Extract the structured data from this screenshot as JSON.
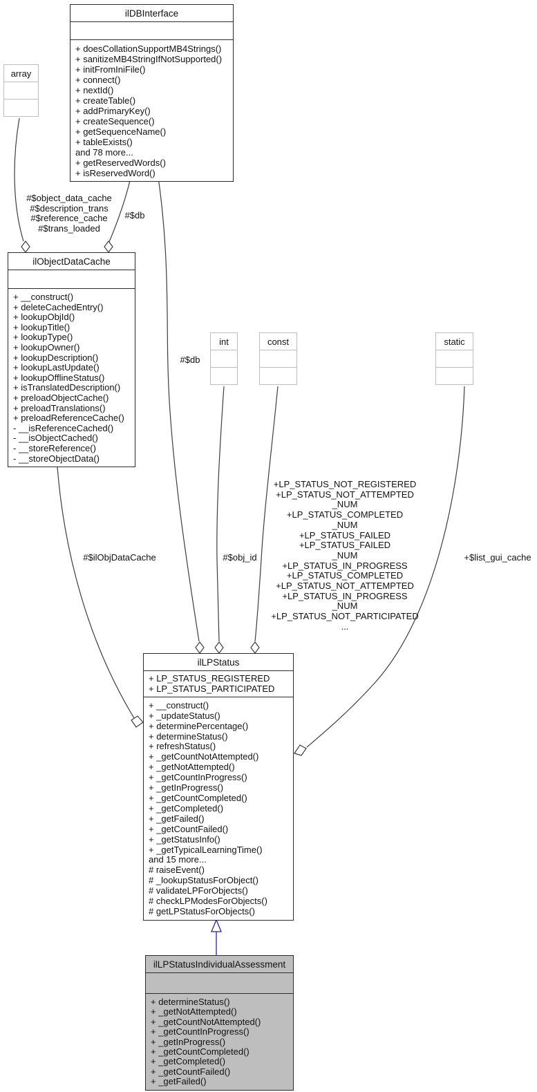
{
  "diagram": {
    "classes": {
      "ilDBInterface": {
        "title": "ilDBInterface",
        "methods": [
          "+ doesCollationSupportMB4Strings()",
          "+ sanitizeMB4StringIfNotSupported()",
          "+ initFromIniFile()",
          "+ connect()",
          "+ nextId()",
          "+ createTable()",
          "+ addPrimaryKey()",
          "+ createSequence()",
          "+ getSequenceName()",
          "+ tableExists()",
          "and 78 more...",
          "+ getReservedWords()",
          "+ isReservedWord()"
        ]
      },
      "array": {
        "title": "array"
      },
      "ilObjectDataCache": {
        "title": "ilObjectDataCache",
        "methods": [
          "+ __construct()",
          "+ deleteCachedEntry()",
          "+ lookupObjId()",
          "+ lookupTitle()",
          "+ lookupType()",
          "+ lookupOwner()",
          "+ lookupDescription()",
          "+ lookupLastUpdate()",
          "+ lookupOfflineStatus()",
          "+ isTranslatedDescription()",
          "+ preloadObjectCache()",
          "+ preloadTranslations()",
          "+ preloadReferenceCache()",
          "- __isReferenceCached()",
          "- __isObjectCached()",
          "- __storeReference()",
          "- __storeObjectData()"
        ]
      },
      "int": {
        "title": "int"
      },
      "const": {
        "title": "const"
      },
      "static": {
        "title": "static"
      },
      "ilLPStatus": {
        "title": "ilLPStatus",
        "attributes": [
          "+ LP_STATUS_REGISTERED",
          "+ LP_STATUS_PARTICIPATED"
        ],
        "methods": [
          "+ __construct()",
          "+ _updateStatus()",
          "+ determinePercentage()",
          "+ determineStatus()",
          "+ refreshStatus()",
          "+ _getCountNotAttempted()",
          "+ _getNotAttempted()",
          "+ _getCountInProgress()",
          "+ _getInProgress()",
          "+ _getCountCompleted()",
          "+ _getCompleted()",
          "+ _getFailed()",
          "+ _getCountFailed()",
          "+ _getStatusInfo()",
          "+ _getTypicalLearningTime()",
          "and 15 more...",
          "# raiseEvent()",
          "# _lookupStatusForObject()",
          "# validateLPForObjects()",
          "# checkLPModesForObjects()",
          "# getLPStatusForObjects()"
        ]
      },
      "ilLPStatusIndividualAssessment": {
        "title": "ilLPStatusIndividualAssessment",
        "methods": [
          "+ determineStatus()",
          "+ _getNotAttempted()",
          "+ _getCountNotAttempted()",
          "+ _getCountInProgress()",
          "+ _getInProgress()",
          "+ _getCountCompleted()",
          "+ _getCompleted()",
          "+ _getCountFailed()",
          "+ _getFailed()"
        ]
      }
    },
    "edge_labels": {
      "array_to_cache": {
        "lines": [
          "#$object_data_cache",
          "#$description_trans",
          "#$reference_cache",
          "#$trans_loaded"
        ]
      },
      "db_to_cache": "#$db",
      "db_to_lpstatus": "#$db",
      "cache_to_lpstatus": "#$ilObjDataCache",
      "int_to_lpstatus": "#$obj_id",
      "const_to_lpstatus": {
        "lines": [
          "+LP_STATUS_NOT_REGISTERED",
          "+LP_STATUS_NOT_ATTEMPTED",
          "_NUM",
          "+LP_STATUS_COMPLETED",
          "_NUM",
          "+LP_STATUS_FAILED",
          "+LP_STATUS_FAILED",
          "_NUM",
          "+LP_STATUS_IN_PROGRESS",
          "+LP_STATUS_COMPLETED",
          "+LP_STATUS_NOT_ATTEMPTED",
          "+LP_STATUS_IN_PROGRESS",
          "_NUM",
          "+LP_STATUS_NOT_PARTICIPATED",
          "..."
        ]
      },
      "static_to_lpstatus": "+$list_gui_cache"
    },
    "colors": {
      "class_border": "#2b2b2b",
      "type_border": "#bdbdbd",
      "edge": "#3c3c3c",
      "inheritance": "#2626a0",
      "highlight_fill": "#bebebe",
      "background": "#ffffff"
    }
  }
}
